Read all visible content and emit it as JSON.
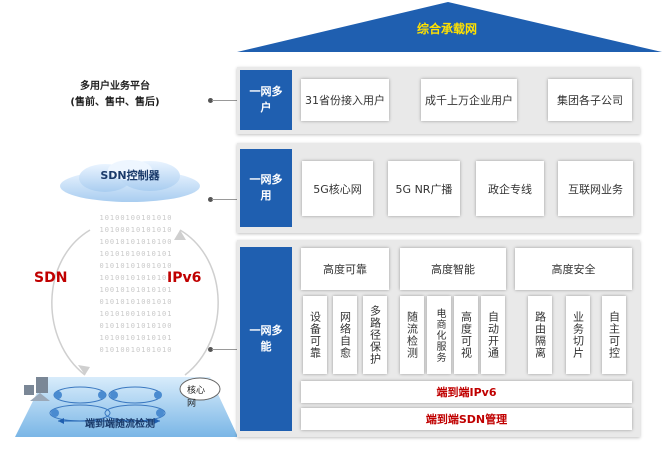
{
  "roof": {
    "title": "综合承载网"
  },
  "platform": {
    "line1": "多用户业务平台",
    "line2": "(售前、售中、售后)"
  },
  "controller": {
    "label": "SDN控制器"
  },
  "left_labels": {
    "sdn": "SDN",
    "ipv6": "IPv6"
  },
  "binary_rows": [
    "10100100101010",
    "10100010101010",
    "10010101010100",
    "10101010010101",
    "01010101001010",
    "10100101010101",
    "10010101010101",
    "01010101001010",
    "10101001010101",
    "01010101010100",
    "10100101010101",
    "01010010101010"
  ],
  "network": {
    "core_label": "核心网",
    "detect_label": "端到端随流检测"
  },
  "row1": {
    "tab": "一网多户",
    "items": [
      "31省份接入用户",
      "成千上万企业用户",
      "集团各子公司"
    ]
  },
  "row2": {
    "tab": "一网多用",
    "items": [
      "5G核心网",
      "5G NR广播",
      "政企专线",
      "互联网业务"
    ]
  },
  "row3": {
    "tab": "一网多能",
    "groups": [
      "高度可靠",
      "高度智能",
      "高度安全"
    ],
    "items": [
      "设备可靠",
      "网络自愈",
      "多路径保护",
      "随流检测",
      "电商化服务",
      "高度可视",
      "自动开通",
      "路由隔离",
      "业务切片",
      "自主可控"
    ],
    "bars": [
      "端到端IPv6",
      "端到端SDN管理"
    ]
  },
  "colors": {
    "accent": "#1f5fb0",
    "highlight": "#c00000"
  }
}
